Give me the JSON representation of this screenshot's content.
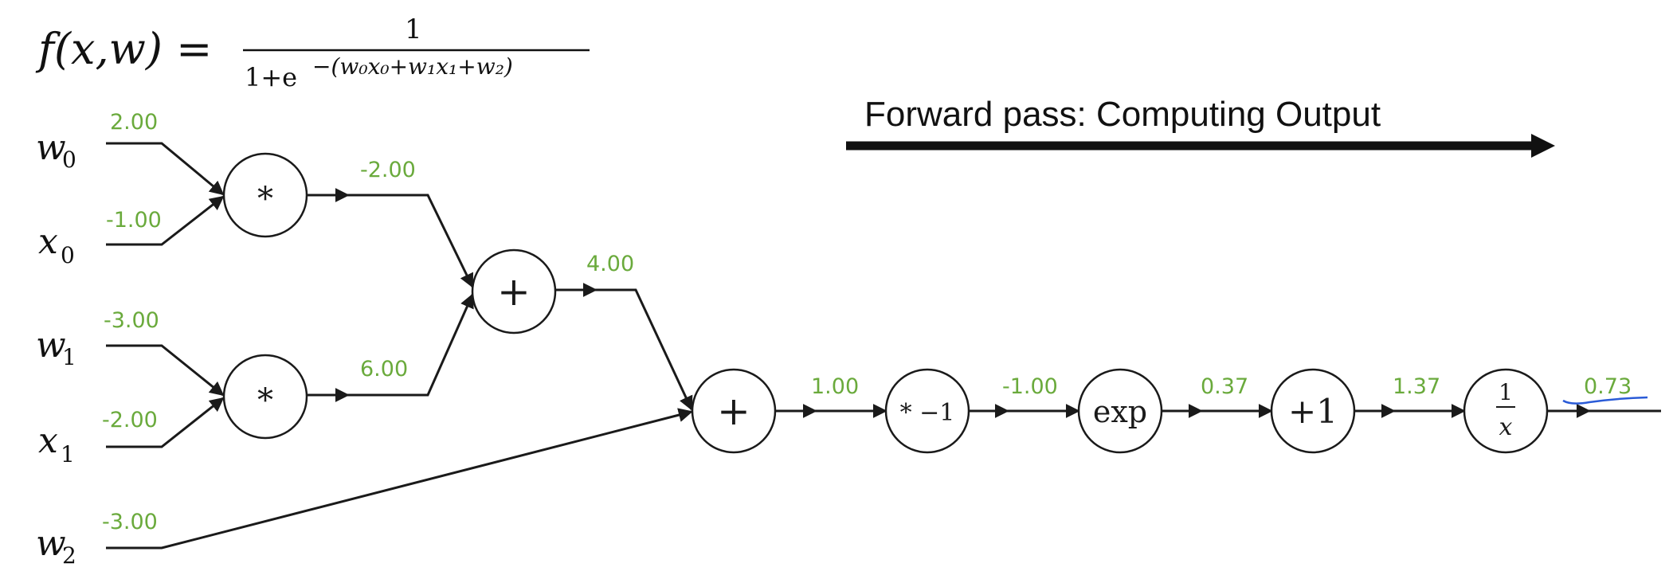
{
  "formula": {
    "lhs": "f(x,w) =",
    "numerator": "1",
    "denominator_base": "1+e",
    "exponent": "−(w₀x₀+w₁x₁+w₂)"
  },
  "forward_pass": {
    "label": "Forward pass:  Computing Output"
  },
  "inputs": {
    "w0": {
      "var": "w",
      "sub": "0",
      "value": "2.00"
    },
    "x0": {
      "var": "x",
      "sub": "0",
      "value": "-1.00"
    },
    "w1": {
      "var": "w",
      "sub": "1",
      "value": "-3.00"
    },
    "x1": {
      "var": "x",
      "sub": "1",
      "value": "-2.00"
    },
    "w2": {
      "var": "w",
      "sub": "2",
      "value": "-3.00"
    }
  },
  "nodes": {
    "mul0": {
      "op": "*",
      "out": "-2.00"
    },
    "mul1": {
      "op": "*",
      "out": "6.00"
    },
    "add0": {
      "op": "+",
      "out": "4.00"
    },
    "add1": {
      "op": "+",
      "out": "1.00"
    },
    "neg": {
      "op": "* −1",
      "out": "-1.00"
    },
    "exp": {
      "op": "exp",
      "out": "0.37"
    },
    "plus1": {
      "op": "+1",
      "out": "1.37"
    },
    "recip": {
      "num": "1",
      "den": "x",
      "out": "0.73"
    }
  },
  "colors": {
    "value_text": "#6aaa3c",
    "wire": "#1a1a1a",
    "annotation": "#2a5bd7"
  }
}
